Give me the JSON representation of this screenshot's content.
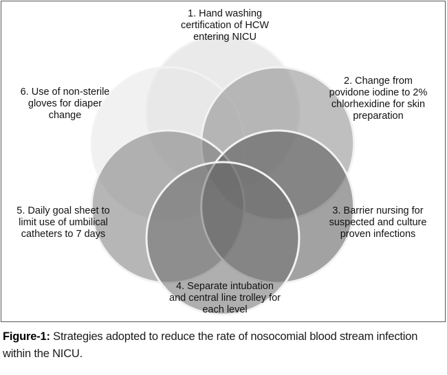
{
  "diagram": {
    "strategies": [
      {
        "id": 1,
        "text": "1. Hand washing\ncertification of HCW\nentering NICU",
        "fill": "#d9d9d9"
      },
      {
        "id": 2,
        "text": "2. Change from\npovidone iodine to 2%\nchlorhexidine  for skin\npreparation",
        "fill": "#8a8a8a"
      },
      {
        "id": 3,
        "text": "3. Barrier nursing for\nsuspected and culture\nproven infections",
        "fill": "#555555"
      },
      {
        "id": 4,
        "text": "4. Separate intubation\nand central line trolley for\neach level",
        "fill": "#6e6e6e"
      },
      {
        "id": 5,
        "text": "5. Daily goal sheet to\nlimit use of umbilical\ncatheters to 7 days",
        "fill": "#7a7a7a"
      },
      {
        "id": 6,
        "text": "6. Use  of non-sterile\ngloves  for diaper\nchange",
        "fill": "#e6e6e6"
      }
    ]
  },
  "caption": {
    "label": "Figure-1:",
    "text": " Strategies adopted to reduce the rate of nosocomial blood stream infection within the NICU."
  }
}
